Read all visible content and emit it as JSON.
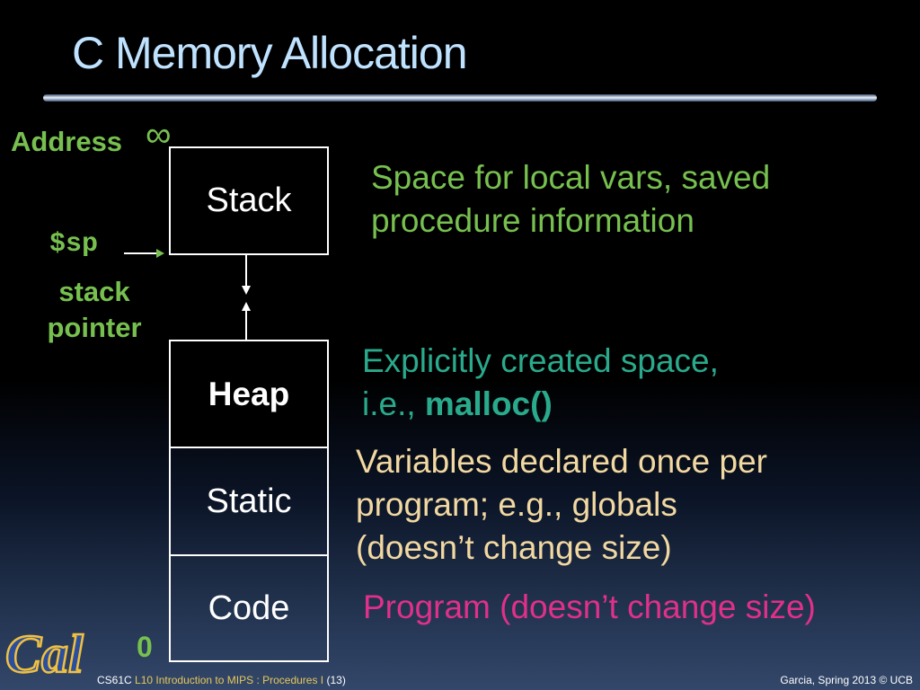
{
  "slide": {
    "title": "C Memory Allocation"
  },
  "diagram": {
    "address_label": "Address",
    "infinity_symbol": "∞",
    "zero_label": "0",
    "sp_label": "$sp",
    "sp_desc_line1": "stack",
    "sp_desc_line2": "pointer",
    "boxes": {
      "stack": "Stack",
      "heap": "Heap",
      "static": "Static",
      "code": "Code"
    },
    "descriptions": {
      "stack_line1": "Space for local vars, saved",
      "stack_line2": "procedure information",
      "heap_line1": "Explicitly created space,",
      "heap_line2_prefix": "i.e., ",
      "heap_line2_bold": "malloc()",
      "static_line1": "Variables declared once per",
      "static_line2": "program; e.g., globals",
      "static_line3": "(doesn’t change size)",
      "code_line1": "Program (doesn’t change size)"
    }
  },
  "footer": {
    "course": "CS61C ",
    "lecture": "L10 Introduction to MIPS : Procedures I",
    "page": " (13)",
    "right": "Garcia, Spring 2013 © UCB"
  },
  "logo_text": "Cal",
  "colors": {
    "title": "#bfe2ff",
    "green": "#77c04f",
    "teal": "#2aaa8c",
    "tan": "#f2d8a1",
    "pink": "#e0308a",
    "logo_blue": "#2b4f9e",
    "logo_gold": "#f0c040"
  }
}
